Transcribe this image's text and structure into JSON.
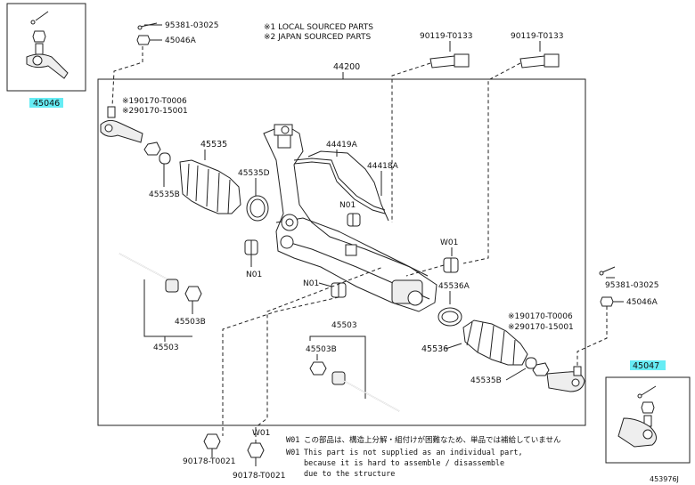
{
  "notes": {
    "local": "※1 LOCAL SOURCED PARTS",
    "japan": "※2 JAPAN SOURCED PARTS"
  },
  "labels": {
    "assembly": "44200",
    "top_bolt_left": "90119-T0133",
    "top_bolt_right": "90119-T0133",
    "pin_top": "95381-03025",
    "nut_top": "45046A",
    "tie_end_left": "45046",
    "ref_left_1": "※190170-T0006",
    "ref_left_2": "※290170-15001",
    "boot_left": "45535",
    "clamp_left": "45535D",
    "clip_left": "45535B",
    "tube_a": "44419A",
    "tube_b": "44418A",
    "n01_a": "N01",
    "n01_b": "N01",
    "n01_c": "N01",
    "w01_a": "W01",
    "w01_b": "W01",
    "nut_w01": "W01",
    "inner_left_nut": "45503B",
    "inner_left": "45503",
    "clamp_right": "45536A",
    "inner_right": "45503",
    "inner_right_nut": "45503B",
    "pin_right": "95381-03025",
    "nut_right": "45046A",
    "ref_right_1": "※190170-T0006",
    "ref_right_2": "※290170-15001",
    "boot_right": "45536",
    "clip_right": "45535B",
    "tie_end_right": "45047",
    "nut_bottom_left": "90178-T0021",
    "nut_bottom_right": "90178-T0021",
    "drawing_no": "453976J"
  },
  "footnote": {
    "jp_tag": "W01",
    "jp_text": "この部品は、構造上分解・組付けが困難なため、単品では補給していません",
    "en_tag": "W01",
    "en_line1": "This part is not supplied as an individual part,",
    "en_line2": "because it is hard to assemble / disassemble",
    "en_line3": "due to the structure"
  },
  "colors": {
    "highlight": "#66ecf4"
  }
}
